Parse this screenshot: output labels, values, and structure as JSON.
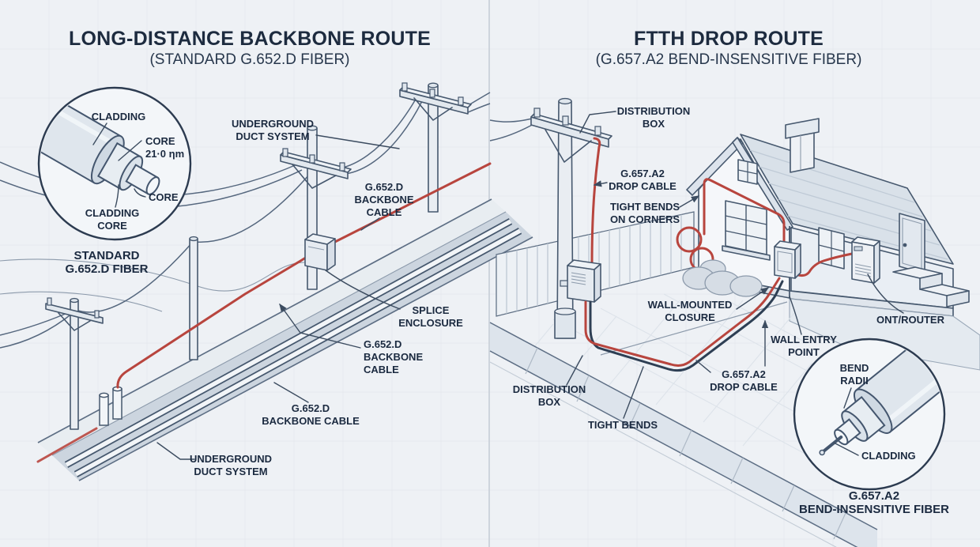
{
  "left": {
    "title": "LONG-DISTANCE BACKBONE ROUTE",
    "subtitle": "(STANDARD G.652.D FIBER)",
    "inset": {
      "cladding": "CLADDING",
      "core": "CORE",
      "core_size": "21·0 ηm",
      "core2": "CORE",
      "cladding2_l1": "CLADDING",
      "cladding2_l2": "CORE",
      "caption_l1": "STANDARD",
      "caption_l2": "G.652.D FIBER"
    },
    "duct_top_l1": "UNDERGROUND",
    "duct_top_l2": "DUCT SYSTEM",
    "cable_top_l1": "G.652.D",
    "cable_top_l2": "BACKBONE",
    "cable_top_l3": "CABLE",
    "splice_l1": "SPLICE",
    "splice_l2": "ENCLOSURE",
    "cable_mid_l1": "G.652.D",
    "cable_mid_l2": "BACKBONE",
    "cable_mid_l3": "CABLE",
    "cable_low_l1": "G.652.D",
    "cable_low_l2": "BACKBONE CABLE",
    "duct_bot_l1": "UNDERGROUND",
    "duct_bot_l2": "DUCT SYSTEM"
  },
  "right": {
    "title": "FTTH DROP ROUTE",
    "subtitle": "(G.657.A2 BEND-INSENSITIVE FIBER)",
    "dist_top_l1": "DISTRIBUTION",
    "dist_top_l2": "BOX",
    "drop_top_l1": "G.657.A2",
    "drop_top_l2": "DROP CABLE",
    "bends_corners_l1": "TIGHT BENDS",
    "bends_corners_l2": "ON CORNERS",
    "closure_l1": "WALL-MOUNTED",
    "closure_l2": "CLOSURE",
    "entry_l1": "WALL ENTRY",
    "entry_l2": "POINT",
    "drop_bot_l1": "G.657.A2",
    "drop_bot_l2": "DROP CABLE",
    "dist_bot_l1": "DISTRIBUTION",
    "dist_bot_l2": "BOX",
    "bends": "TIGHT BENDS",
    "ont": "ONT/ROUTER",
    "inset": {
      "bend_l1": "BEND",
      "bend_l2": "RADII",
      "cladding": "CLADDING",
      "caption_l1": "G.657.A2",
      "caption_l2": "BEND-INSENSITIVE FIBER"
    }
  },
  "colors": {
    "cable_red": "#b8453e",
    "ink": "#1b2a40",
    "background": "#eef1f5"
  }
}
